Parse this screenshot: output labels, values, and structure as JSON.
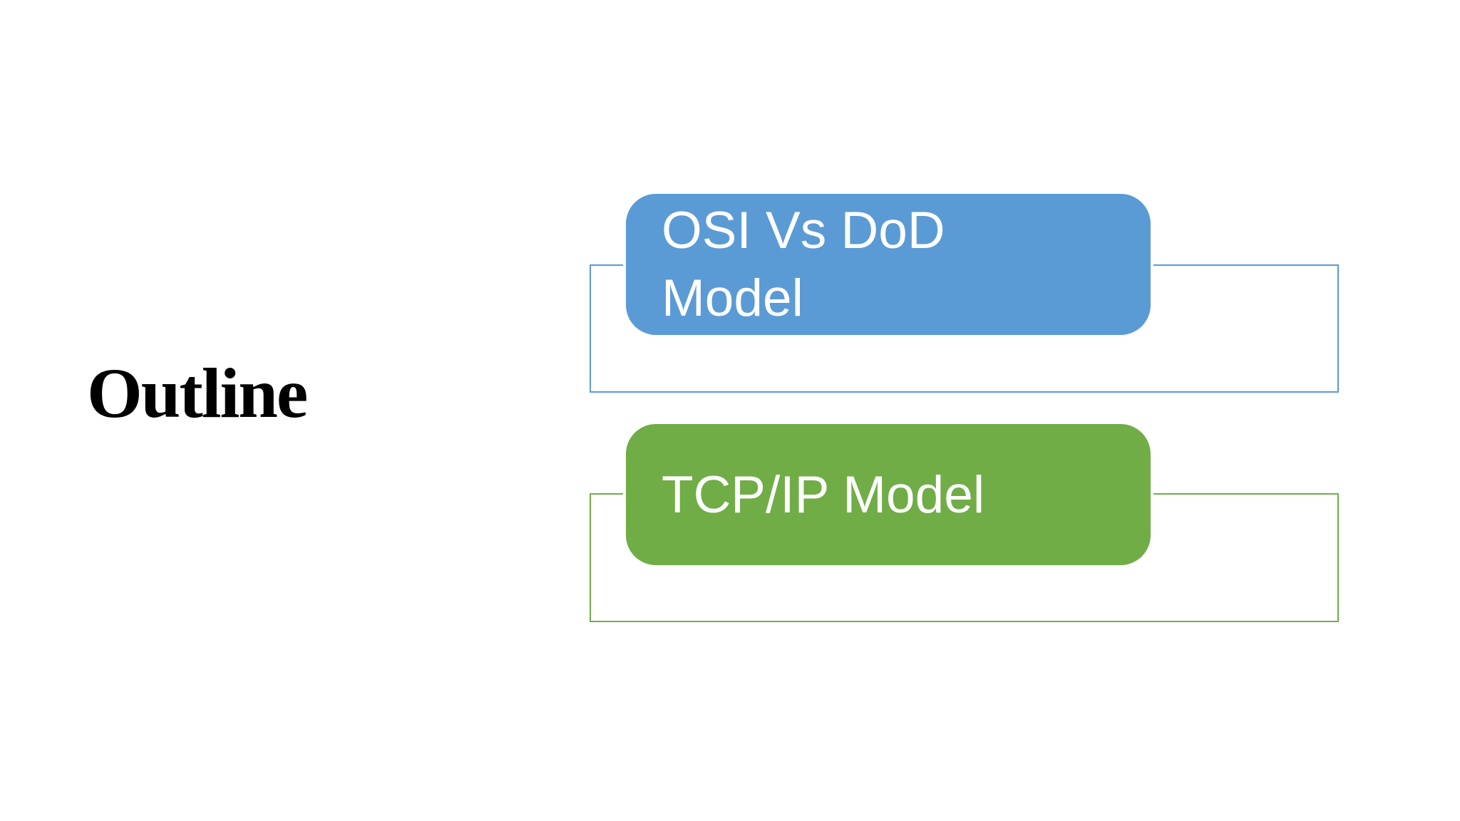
{
  "slide": {
    "background": "#FFFFFF",
    "title": "Outline",
    "title_color": "#000000",
    "item_text_color": "#FFFFFF",
    "items": [
      {
        "text": "OSI Vs DoD\nModel",
        "accent": "#5B9BD5"
      },
      {
        "text": "TCP/IP Model",
        "accent": "#70AD47"
      }
    ]
  }
}
